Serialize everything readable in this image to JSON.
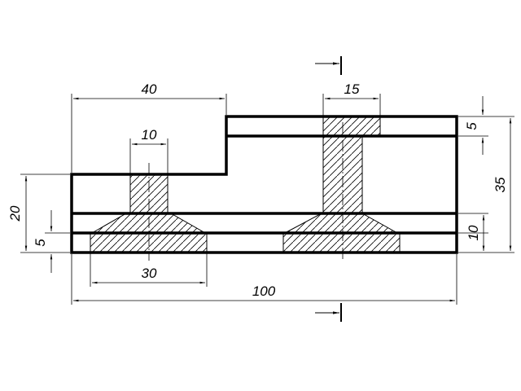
{
  "drawing": {
    "dimensions": {
      "top_left_width": "40",
      "top_right_width": "15",
      "left_rib_width": "10",
      "top_thin_layer": "5",
      "total_height_right": "35",
      "left_height": "20",
      "bottom_layer": "5",
      "middle_layer": "10",
      "left_base_width": "30",
      "total_width": "100"
    },
    "colors": {
      "line": "#000000",
      "background": "#ffffff",
      "hatch": "#000000"
    }
  }
}
